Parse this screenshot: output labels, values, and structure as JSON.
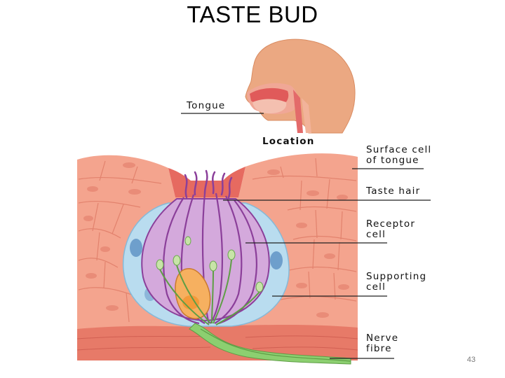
{
  "slide": {
    "title": "TASTE BUD",
    "page_number": "43"
  },
  "labels": {
    "tongue": "Tongue",
    "location": "Location",
    "surface_cell_line1": "Surface cell",
    "surface_cell_line2": "of tongue",
    "taste_hair": "Taste hair",
    "receptor_line1": "Receptor",
    "receptor_line2": "cell",
    "supporting_line1": "Supporting",
    "supporting_line2": "cell",
    "nerve_line1": "Nerve",
    "nerve_line2": "fibre"
  },
  "colors": {
    "tissue": "#f4a48e",
    "tissue_line": "#e07d68",
    "bud_outer": "#b9dcef",
    "bud_inner": "#d4a9dc",
    "cell_outline": "#8b3f9a",
    "nerve": "#8ccf70",
    "head": "#eba882"
  }
}
